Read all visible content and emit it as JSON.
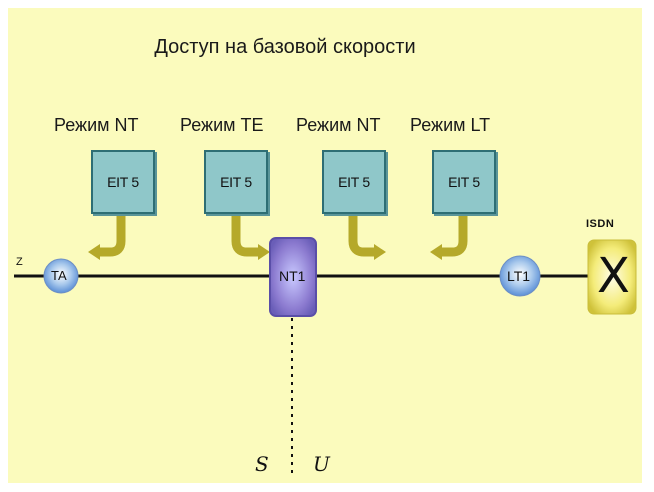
{
  "title": "Доступ на базовой скорости",
  "modes": [
    {
      "label": "Режим NT",
      "box": "EIT 5"
    },
    {
      "label": "Режим TE",
      "box": "EIT 5"
    },
    {
      "label": "Режим NT",
      "box": "EIT 5"
    },
    {
      "label": "Режим LT",
      "box": "EIT 5"
    }
  ],
  "nodes": {
    "ta": "TA",
    "nt1": "NT1",
    "lt1": "LT1",
    "switch_symbol": "X",
    "isdn": "ISDN"
  },
  "line_start_label": "Z",
  "reference_points": {
    "s": "S",
    "u": "U"
  },
  "colors": {
    "background": "#fbfbbd",
    "eit_box": "#8fc7c9",
    "arrow": "#b5a92a",
    "line": "#111111"
  }
}
